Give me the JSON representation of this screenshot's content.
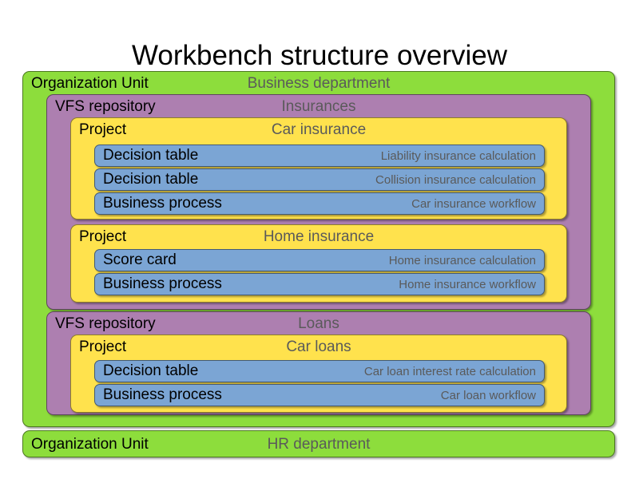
{
  "title": "Workbench structure overview",
  "labels": {
    "organization_unit": "Organization Unit",
    "vfs_repository": "VFS repository",
    "project": "Project",
    "decision_table": "Decision table",
    "business_process": "Business process",
    "score_card": "Score card"
  },
  "colors": {
    "organization_unit": "#8ddd3c",
    "vfs_repository": "#ad7fb0",
    "project": "#ffe24d",
    "asset": "#7ba5d4",
    "type_text": "#000000",
    "value_text": "#5a5a5a",
    "title_text": "#000000",
    "background": "#ffffff"
  },
  "org_units": [
    {
      "type": "Organization Unit",
      "name": "Business department",
      "repositories": [
        {
          "type": "VFS repository",
          "name": "Insurances",
          "projects": [
            {
              "type": "Project",
              "name": "Car insurance",
              "assets": [
                {
                  "type": "Decision table",
                  "name": "Liability insurance calculation"
                },
                {
                  "type": "Decision table",
                  "name": "Collision insurance calculation"
                },
                {
                  "type": "Business process",
                  "name": "Car insurance workflow"
                }
              ]
            },
            {
              "type": "Project",
              "name": "Home insurance",
              "assets": [
                {
                  "type": "Score card",
                  "name": "Home insurance calculation"
                },
                {
                  "type": "Business process",
                  "name": "Home insurance workflow"
                }
              ]
            }
          ]
        },
        {
          "type": "VFS repository",
          "name": "Loans",
          "projects": [
            {
              "type": "Project",
              "name": "Car loans",
              "assets": [
                {
                  "type": "Decision table",
                  "name": "Car loan interest rate calculation"
                },
                {
                  "type": "Business process",
                  "name": "Car loan workflow"
                }
              ]
            }
          ]
        }
      ]
    },
    {
      "type": "Organization Unit",
      "name": "HR department",
      "repositories": []
    }
  ]
}
